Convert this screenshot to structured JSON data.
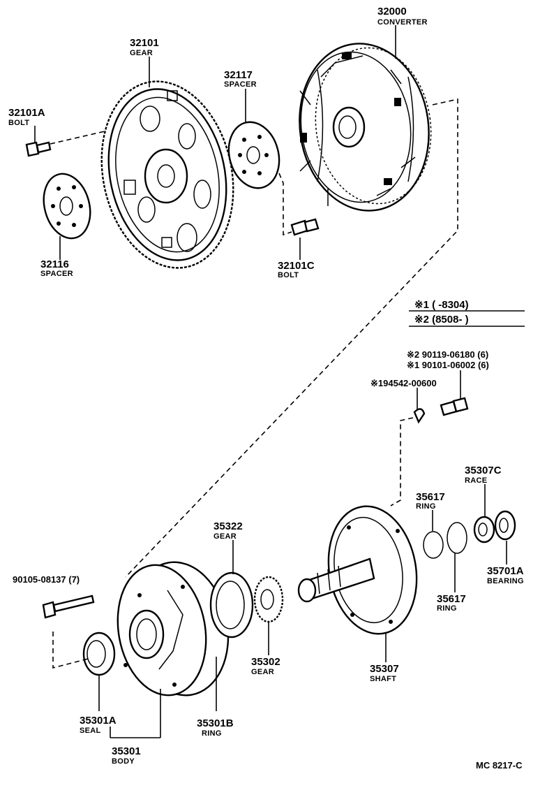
{
  "parts": {
    "converter": {
      "number": "32000",
      "name": "CONVERTER"
    },
    "gear": {
      "number": "32101",
      "name": "GEAR"
    },
    "spacer_a": {
      "number": "32117",
      "name": "SPACER"
    },
    "bolt_a": {
      "number": "32101A",
      "name": "BOLT"
    },
    "spacer_b": {
      "number": "32116",
      "name": "SPACER"
    },
    "bolt_c": {
      "number": "32101C",
      "name": "BOLT"
    },
    "pump_gear": {
      "number": "35322",
      "name": "GEAR"
    },
    "ring_b": {
      "number": "35617",
      "name": "RING"
    },
    "race": {
      "number": "35307C",
      "name": "RACE"
    },
    "ring_c": {
      "number": "35617",
      "name": "RING"
    },
    "bearing": {
      "number": "35701A",
      "name": "BEARING"
    },
    "pump_bolt": {
      "number": "90105-08137 (7)"
    },
    "drive_gear": {
      "number": "35302",
      "name": "GEAR"
    },
    "shaft": {
      "number": "35307",
      "name": "SHAFT"
    },
    "seal": {
      "number": "35301A",
      "name": "SEAL"
    },
    "ring_a": {
      "number": "35301B",
      "name": "RING"
    },
    "body": {
      "number": "35301",
      "name": "BODY"
    }
  },
  "legend": {
    "row1": "※1 (        -8304)",
    "row2": "※2 (8508-        )"
  },
  "callouts": {
    "bolt_opt2": "※2 90119-06180 (6)",
    "bolt_opt1": "※1 90101-06002 (6)",
    "pin": "※194542-00600"
  },
  "figure_code": "MC 8217-C"
}
